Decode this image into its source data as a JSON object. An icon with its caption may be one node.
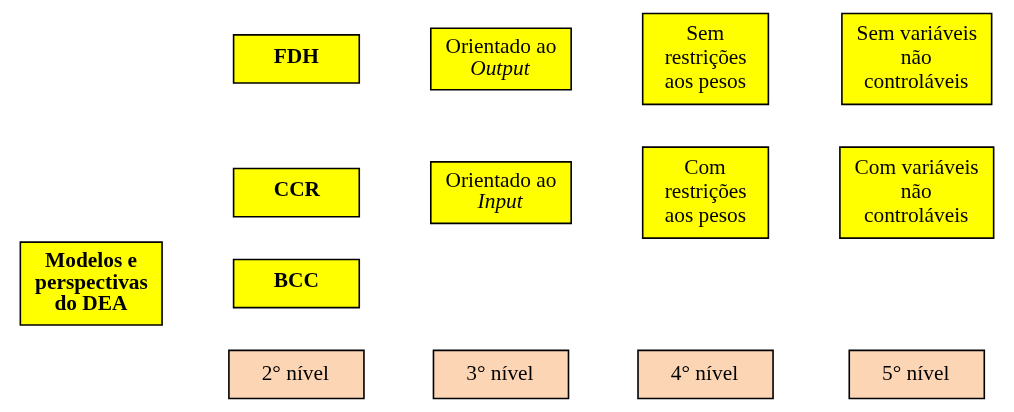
{
  "diagram": {
    "nodes": [
      {
        "text": [
          "2° nível"
        ]
      },
      {
        "text": [
          "3° nível"
        ]
      },
      {
        "text": [
          "4° nível"
        ]
      },
      {
        "text": [
          "5° nível"
        ]
      },
      {
        "text": [
          "Modelos e perspectivas do DEA"
        ]
      },
      {
        "text": [
          "CCR"
        ]
      },
      {
        "text": [
          "BCC"
        ]
      },
      {
        "text": [
          "FDH"
        ]
      },
      {
        "text": [
          "Orientado ao *Input*"
        ]
      },
      {
        "text": [
          "Orientado ao *Output*"
        ]
      },
      {
        "text": [
          "Com restrições aos pesos"
        ]
      },
      {
        "text": [
          "Sem restrições aos pesos"
        ]
      },
      {
        "text": [
          "Com variáveis não controláveis"
        ]
      },
      {
        "text": [
          "Sem variáveis não controláveis"
        ]
      }
    ],
    "edges": []
  }
}
